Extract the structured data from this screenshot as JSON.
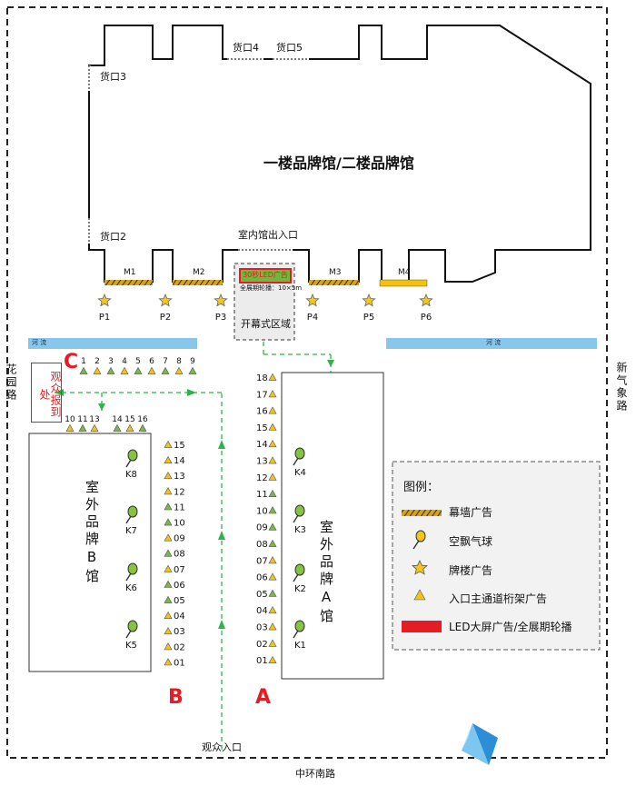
{
  "venue": {
    "brand_hall_title": "一楼品牌馆/二楼品牌馆",
    "exit_label": "室内馆出入口",
    "cargo_doors": [
      "货口2",
      "货口3",
      "货口4",
      "货口5"
    ],
    "curtain_walls": [
      "M1",
      "M2",
      "M3",
      "M4"
    ],
    "arches": [
      "P1",
      "P2",
      "P3",
      "P4",
      "P5",
      "P6"
    ],
    "opening_area": "开幕式区域",
    "led_title": "30秒LED广告",
    "led_note": "全展期轮播：10×5m"
  },
  "streams": {
    "river_left": "河 流",
    "river_right": "河 流"
  },
  "roads": {
    "west": "花园路",
    "east": "新气象路",
    "south": "中环南路",
    "entrance": "观众入口"
  },
  "registration": {
    "label": "观众报到处"
  },
  "zone_c": {
    "letter": "C",
    "top_row": [
      "1",
      "2",
      "3",
      "4",
      "5",
      "6",
      "7",
      "8",
      "9"
    ],
    "bottom_row": [
      "10",
      "11",
      "13",
      "14",
      "15",
      "16"
    ]
  },
  "hall_b": {
    "name": "室外品牌B馆",
    "letter": "B",
    "balloons": [
      "K8",
      "K7",
      "K6",
      "K5"
    ],
    "trusses": [
      "15",
      "14",
      "13",
      "12",
      "11",
      "10",
      "09",
      "08",
      "07",
      "06",
      "05",
      "04",
      "03",
      "02",
      "01"
    ]
  },
  "hall_a": {
    "name": "室外品牌A馆",
    "letter": "A",
    "balloons": [
      "K4",
      "K3",
      "K2",
      "K1"
    ],
    "trusses": [
      "18",
      "17",
      "16",
      "15",
      "14",
      "13",
      "12",
      "11",
      "10",
      "09",
      "08",
      "07",
      "06",
      "05",
      "04",
      "03",
      "02",
      "01"
    ]
  },
  "legend": {
    "title": "图例：",
    "items": [
      {
        "icon": "hatched-bar-icon",
        "label": "幕墙广告"
      },
      {
        "icon": "balloon-icon",
        "label": "空飘气球"
      },
      {
        "icon": "star-icon",
        "label": "牌楼广告"
      },
      {
        "icon": "triangle-icon",
        "label": "入口主通道桁架广告"
      },
      {
        "icon": "red-bar-icon",
        "label": "LED大屏广告/全展期轮播"
      }
    ]
  },
  "colors": {
    "star": "#f5c518",
    "triangle_yellow": "#f2c21a",
    "triangle_green": "#7ab648",
    "balloon": "#86c440",
    "river": "#88c6ea",
    "red": "#e51c23",
    "arrow_green": "#2fb44a",
    "legend_bg": "#f2f2f2"
  }
}
